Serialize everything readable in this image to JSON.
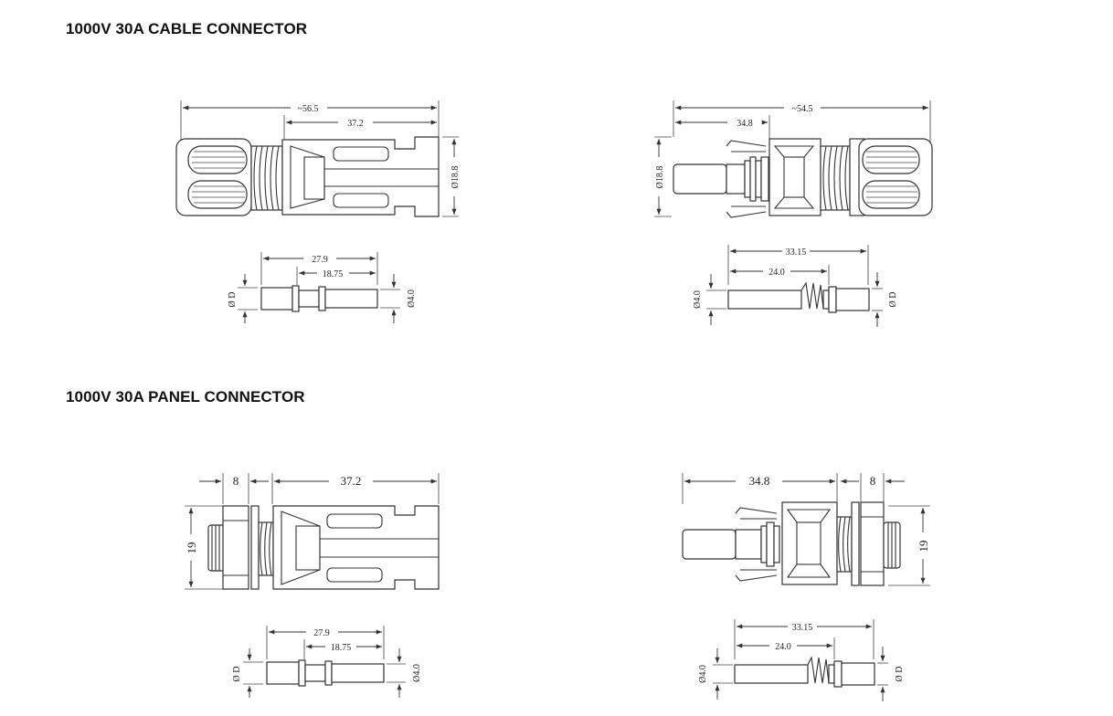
{
  "sections": [
    {
      "title": "1000V 30A CABLE CONNECTOR"
    },
    {
      "title": "1000V 30A  PANEL CONNECTOR"
    }
  ],
  "cable_female": {
    "overall": "~56.5",
    "body": "37.2",
    "dia": "Ø18.8",
    "pin_total": "27.9",
    "pin_len": "18.75",
    "pin_d": "Ø D",
    "pin_dia": "Ø4.0"
  },
  "cable_male": {
    "overall": "~54.5",
    "body": "34.8",
    "dia": "Ø18.8",
    "pin_total": "33.15",
    "pin_len": "24.0",
    "pin_dia": "Ø4.0",
    "pin_d": "Ø D"
  },
  "panel_female": {
    "nut": "8",
    "body": "37.2",
    "height": "19",
    "pin_total": "27.9",
    "pin_len": "18.75",
    "pin_d": "Ø D",
    "pin_dia": "Ø4.0"
  },
  "panel_male": {
    "body": "34.8",
    "nut": "8",
    "height": "19",
    "pin_total": "33.15",
    "pin_len": "24.0",
    "pin_dia": "Ø4.0",
    "pin_d": "Ø D"
  }
}
